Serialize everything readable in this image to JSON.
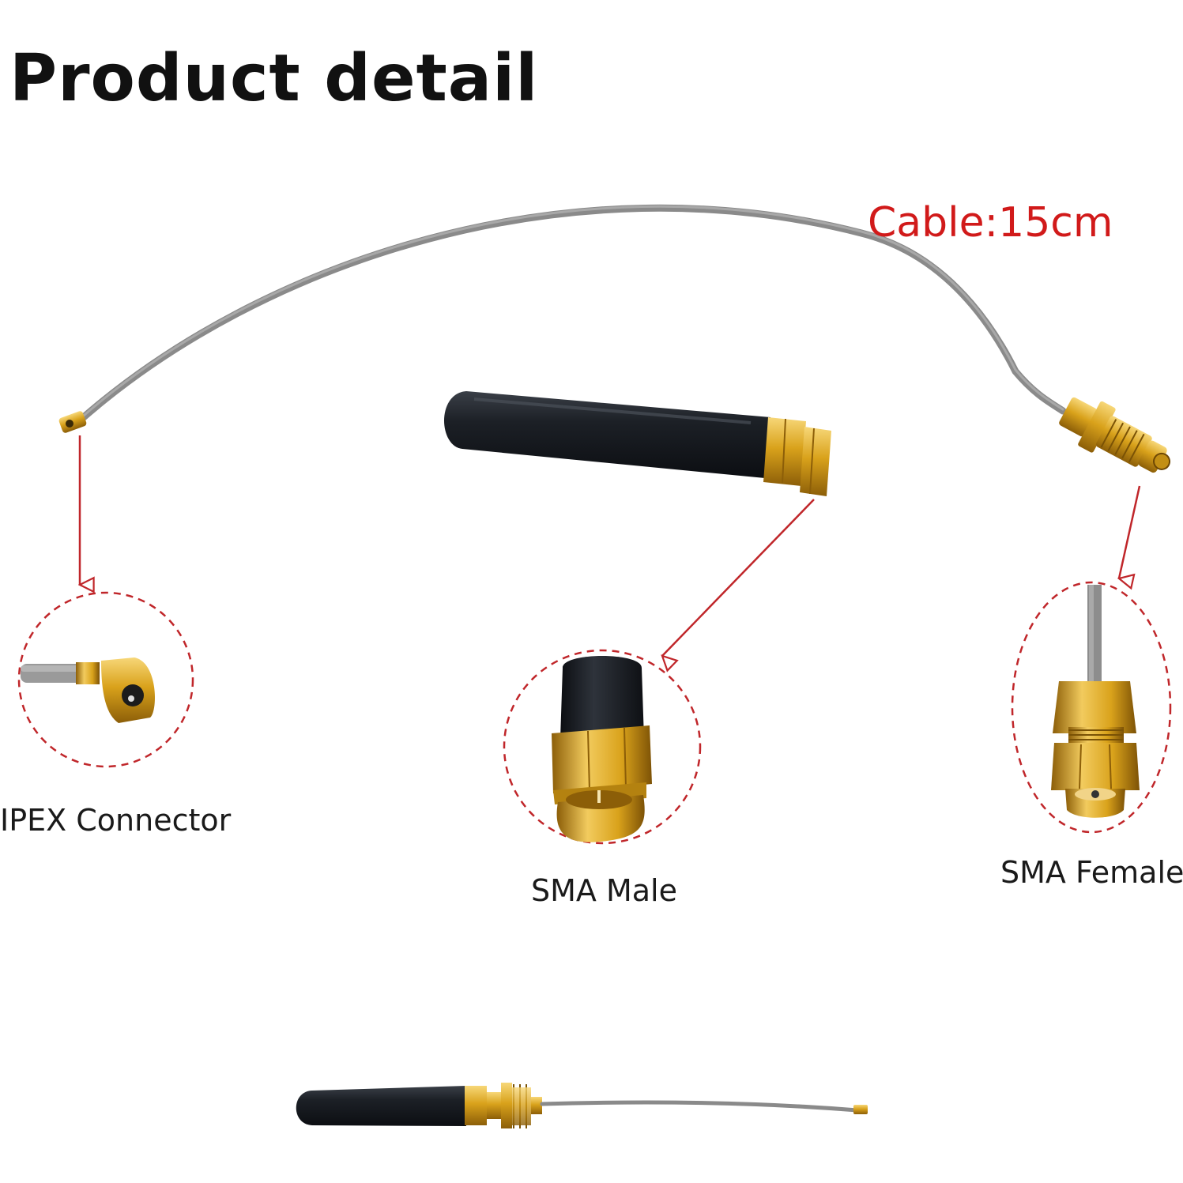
{
  "title": "Product detail",
  "cable_label": "Cable:15cm",
  "callouts": {
    "ipex": "IPEX Connector",
    "sma_male": "SMA Male",
    "sma_female": "SMA Female"
  },
  "colors": {
    "title": "#111111",
    "cable_label": "#d11a1a",
    "callout_lines": "#c0262a",
    "cable": "#8a8a8a",
    "gold": "#d9a21b",
    "antenna": "#1a1d22"
  },
  "icons": [
    "antenna-icon",
    "sma-male-connector-icon",
    "sma-female-connector-icon",
    "ipex-connector-icon",
    "cable-icon",
    "arrow-down-icon"
  ]
}
